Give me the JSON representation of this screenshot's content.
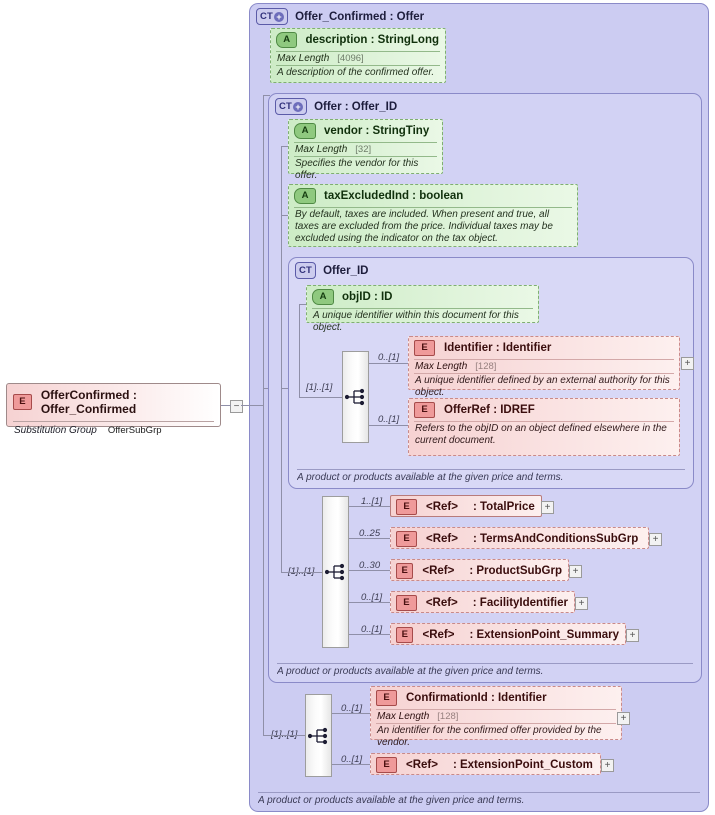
{
  "root_element": {
    "badge": "E",
    "title": "OfferConfirmed : Offer_Confirmed",
    "substitution_group_label": "Substitution Group",
    "substitution_group_value": "OfferSubGrp",
    "collapse_icon": "minus-icon"
  },
  "outer_type": {
    "badge": "CT",
    "badge_plus": "+",
    "title": "Offer_Confirmed : Offer",
    "footer": "A product or products available at the given price and terms."
  },
  "description_attr": {
    "badge": "A",
    "title": "description : StringLong",
    "facet_name": "Max Length",
    "facet_value": "[4096]",
    "doc": "A description of the confirmed offer."
  },
  "offer_type": {
    "badge": "CT",
    "badge_plus": "+",
    "title": "Offer        : Offer_ID",
    "footer": "A product or products available at the given price and terms."
  },
  "vendor_attr": {
    "badge": "A",
    "title": "vendor   : StringTiny",
    "facet_name": "Max Length",
    "facet_value": "[32]",
    "doc": "Specifies the vendor for this offer."
  },
  "tax_attr": {
    "badge": "A",
    "title": "taxExcludedInd : boolean",
    "doc": "By default, taxes are included.  When present and true, all taxes are excluded from the price. Individual taxes may be excluded using the indicator on the tax object."
  },
  "offer_id_type": {
    "badge": "CT",
    "title": "Offer_ID",
    "footer": "A product or products available at the given price and terms."
  },
  "objid_attr": {
    "badge": "A",
    "title": "objID        : ID",
    "doc": "A unique identifier within this document for this object."
  },
  "offer_id_sequence": {
    "icon": "sequence-icon",
    "cardinality": "[1]..[1]",
    "children": [
      {
        "badge": "E",
        "cardinality": "0..[1]",
        "title": "Identifier : Identifier",
        "facet_name": "Max Length",
        "facet_value": "[128]",
        "doc": "A unique identifier defined by an external authority for this object.",
        "required": false,
        "expand": "+"
      },
      {
        "badge": "E",
        "cardinality": "0..[1]",
        "title": "OfferRef : IDREF",
        "doc": "Refers to the objID on an object defined elsewhere in the current document.",
        "required": false,
        "expand": null
      }
    ]
  },
  "offer_sequence": {
    "icon": "sequence-icon",
    "cardinality": "[1]..[1]",
    "children": [
      {
        "badge": "E",
        "cardinality": "1..[1]",
        "ref": "<Ref>",
        "type": ": TotalPrice",
        "required": true,
        "expand": "+"
      },
      {
        "badge": "E",
        "cardinality": "0..25",
        "ref": "<Ref>",
        "type": ": TermsAndConditionsSubGrp",
        "required": false,
        "expand": "+"
      },
      {
        "badge": "E",
        "cardinality": "0..30",
        "ref": "<Ref>",
        "type": ": ProductSubGrp",
        "required": false,
        "expand": "+"
      },
      {
        "badge": "E",
        "cardinality": "0..[1]",
        "ref": "<Ref>",
        "type": ": FacilityIdentifier",
        "required": false,
        "expand": "+"
      },
      {
        "badge": "E",
        "cardinality": "0..[1]",
        "ref": "<Ref>",
        "type": ": ExtensionPoint_Summary",
        "required": false,
        "expand": "+"
      }
    ]
  },
  "outer_sequence": {
    "icon": "sequence-icon",
    "cardinality": "[1]..[1]",
    "children": [
      {
        "badge": "E",
        "cardinality": "0..[1]",
        "title": "ConfirmationId : Identifier",
        "facet_name": "Max Length",
        "facet_value": "[128]",
        "doc": "An identifier for the confirmed offer provided by the vendor.",
        "required": false,
        "expand": "+"
      },
      {
        "badge": "E",
        "cardinality": "0..[1]",
        "ref": "<Ref>",
        "type": ": ExtensionPoint_Custom",
        "required": false,
        "expand": "+"
      }
    ]
  },
  "colors": {
    "container_fill": "#ccccf2",
    "attribute_fill": "#cdecc6",
    "element_fill": "#f6d2d2",
    "line": "#8f8fa8"
  }
}
